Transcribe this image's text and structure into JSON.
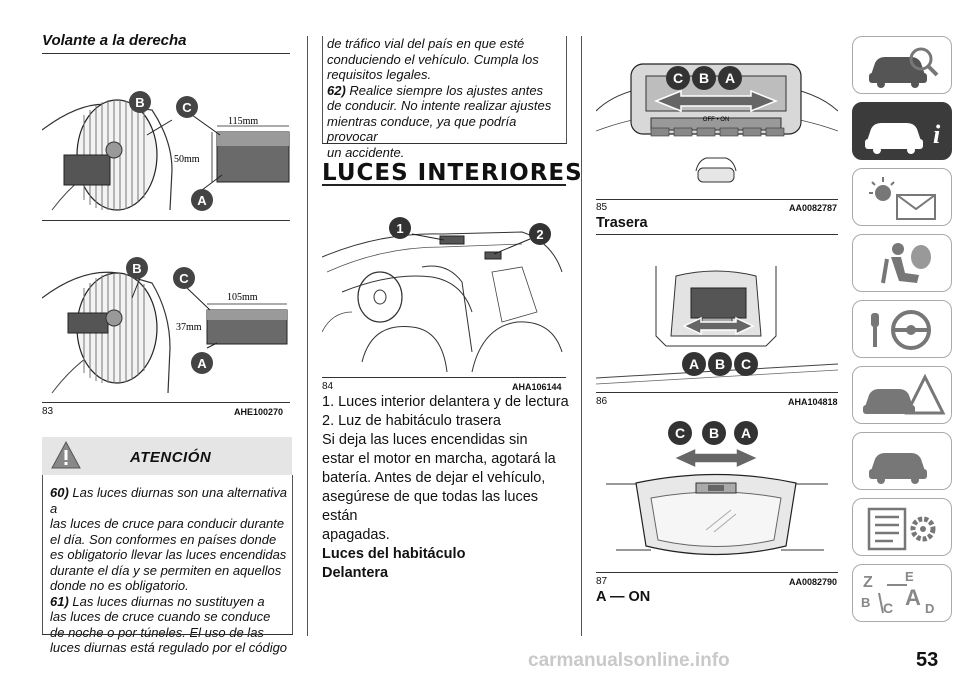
{
  "left": {
    "section_title": "Volante a la derecha",
    "fig83": {
      "number": "83",
      "code": "AHE100270",
      "top": {
        "dim_top": "115mm",
        "dim_side": "50mm",
        "labels": [
          "B",
          "C",
          "A"
        ]
      },
      "bottom": {
        "dim_top": "105mm",
        "dim_side": "37mm",
        "labels": [
          "B",
          "C",
          "A"
        ]
      }
    },
    "warning": {
      "title": "ATENCIÓN",
      "note60_num": "60)",
      "note60_lines": [
        " Las luces diurnas son una alternativa a",
        "las luces de cruce para conducir durante",
        "el día. Son conformes en países donde",
        "es obligatorio llevar las luces encendidas",
        "durante el día y se permiten en aquellos",
        "donde no es obligatorio."
      ],
      "note61_num": "61)",
      "note61_lines": [
        " Las luces diurnas no sustituyen a",
        "las luces de cruce cuando se conduce",
        "de noche o por túneles. El uso de las",
        "luces diurnas está regulado por el código"
      ]
    }
  },
  "middle": {
    "box_lines": [
      "de tráfico vial del país en que esté",
      "conduciendo el vehículo. Cumpla los",
      "requisitos legales."
    ],
    "note62_num": "62)",
    "note62_lines": [
      " Realice siempre los ajustes antes",
      "de conducir. No intente realizar ajustes",
      "mientras conduce, ya que podría provocar",
      "un accidente."
    ],
    "big_title": "LUCES INTERIORES",
    "fig84": {
      "number": "84",
      "code": "AHA106144",
      "callouts": [
        "1",
        "2"
      ]
    },
    "body_lines": [
      "1. Luces interior delantera y de lectura",
      "2. Luz de habitáculo trasera",
      "Si deja las luces encendidas sin",
      "estar el motor en marcha, agotará la",
      "batería. Antes de dejar el vehículo,",
      "asegúrese de que todas las luces están",
      "apagadas."
    ],
    "subhead1": "Luces del habitáculo",
    "subhead2": "Delantera"
  },
  "right": {
    "fig85": {
      "number": "85",
      "code": "AA0082787",
      "labels": [
        "C",
        "B",
        "A"
      ],
      "switch_text": "OFF  •  ON"
    },
    "trasera": "Trasera",
    "fig86": {
      "number": "86",
      "code": "AHA104818",
      "labels": [
        "A",
        "B",
        "C"
      ]
    },
    "fig87": {
      "number": "87",
      "code": "AA0082790",
      "labels": [
        "C",
        "B",
        "A"
      ]
    },
    "legend": "A — ON"
  },
  "tabs": [
    {
      "name": "car-search-icon",
      "active": false
    },
    {
      "name": "car-info-icon",
      "active": true
    },
    {
      "name": "warning-light-message-icon",
      "active": false
    },
    {
      "name": "airbag-seat-icon",
      "active": false
    },
    {
      "name": "key-steering-wheel-icon",
      "active": false
    },
    {
      "name": "car-warning-triangle-icon",
      "active": false
    },
    {
      "name": "car-service-icon",
      "active": false
    },
    {
      "name": "checklist-gear-icon",
      "active": false
    },
    {
      "name": "alphabet-index-icon",
      "active": false
    }
  ],
  "page_number": "53",
  "watermark": "carmanualsonline.info",
  "colors": {
    "active_tab": "#3b3b3b",
    "warning_bg": "#e5e5e5"
  }
}
